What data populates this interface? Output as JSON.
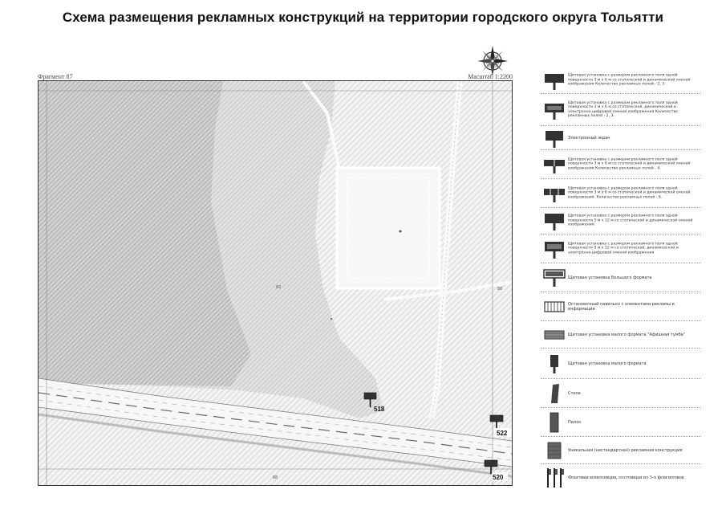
{
  "title": "Схема размещения рекламных конструкций на территории городского округа Тольятти",
  "fragment_label": "Фрагмент 87",
  "scale_label": "Масштаб 1:2200",
  "compass": {
    "icon": "compass-rose-icon"
  },
  "map": {
    "sheet_refs": {
      "top_left": "82",
      "right": "86",
      "bottom": "88",
      "bottom_right": "87"
    },
    "structures": [
      {
        "number": "518",
        "icon": "billboard-icon"
      },
      {
        "number": "522",
        "icon": "billboard-icon"
      },
      {
        "number": "520",
        "icon": "billboard-icon"
      }
    ]
  },
  "legend": [
    {
      "icon": "billboard-3x6-static-dynamic-icon",
      "text": "Щитовая установка с размером рекламного поля одной поверхности 3 м х 6 м со статической и динамической сменой изображения Количество рекламных полей - 2, 3."
    },
    {
      "icon": "billboard-3x6-digital-icon",
      "text": "Щитовая установка с размером рекламного поля одной поверхности 3 м х 6 м со статической, динамической и электронно-цифровой сменой изображения Количество рекламных полей - 2, 3."
    },
    {
      "icon": "electronic-screen-icon",
      "text": "Электронный экран"
    },
    {
      "icon": "billboard-4-fields-icon",
      "text": "Щитовая установка с размером рекламного поля одной поверхности 3 м х 6 м со статической и динамической сменой изображения Количество рекламных полей - 4."
    },
    {
      "icon": "billboard-6-fields-icon",
      "text": "Щитовая установка с размером рекламного поля одной поверхности 3 м х 6 м со статической и динамической сменой изображения. Количество рекламных полей - 6."
    },
    {
      "icon": "billboard-5x12-icon",
      "text": "Щитовая установка с размером рекламного поля одной поверхности 5 м х 12 м со статической и динамической сменой изображения."
    },
    {
      "icon": "billboard-5x12-digital-icon",
      "text": "Щитовая установка с размером рекламного поля одной поверхности 5 м х 12 м со статической, динамической и электронно-цифровой сменой изображения"
    },
    {
      "icon": "large-format-billboard-icon",
      "text": "Щитовая установка большого формата"
    },
    {
      "icon": "bus-stop-pavilion-icon",
      "text": "Остановочный павильон с элементами рекламы и информации"
    },
    {
      "icon": "small-format-panel-icon",
      "text": "Щитовая установка малого формата \"Афишная тумба\""
    },
    {
      "icon": "small-format-billboard-icon",
      "text": "Щитовая установка малого формата"
    },
    {
      "icon": "stela-icon",
      "text": "Стела"
    },
    {
      "icon": "pylon-icon",
      "text": "Пилон"
    },
    {
      "icon": "unique-structure-icon",
      "text": "Уникальная (нестандартная) рекламная конструкция"
    },
    {
      "icon": "flag-composition-icon",
      "text": "Флаговая композиция, состоящая из 3-х флагштоков"
    }
  ]
}
